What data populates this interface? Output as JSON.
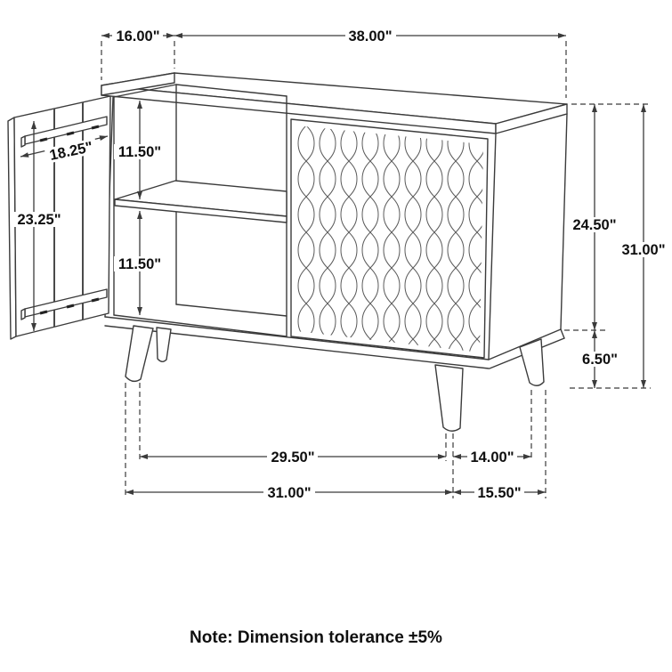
{
  "drawing": {
    "subject": "accent-cabinet-dimension-diagram",
    "line_color": "#3b3b3b",
    "background_color": "#ffffff"
  },
  "dimensions": {
    "top_depth": "16.00\"",
    "top_width": "38.00\"",
    "door_width": "18.25\"",
    "door_height": "23.25\"",
    "upper_compartment_height": "11.50\"",
    "lower_compartment_height": "11.50\"",
    "body_height": "24.50\"",
    "total_height": "31.00\"",
    "leg_height": "6.50\"",
    "front_leg_span": "29.50\"",
    "side_leg_span": "14.00\"",
    "base_width": "31.00\"",
    "base_depth": "15.50\""
  },
  "note": "Note: Dimension tolerance ±5%"
}
